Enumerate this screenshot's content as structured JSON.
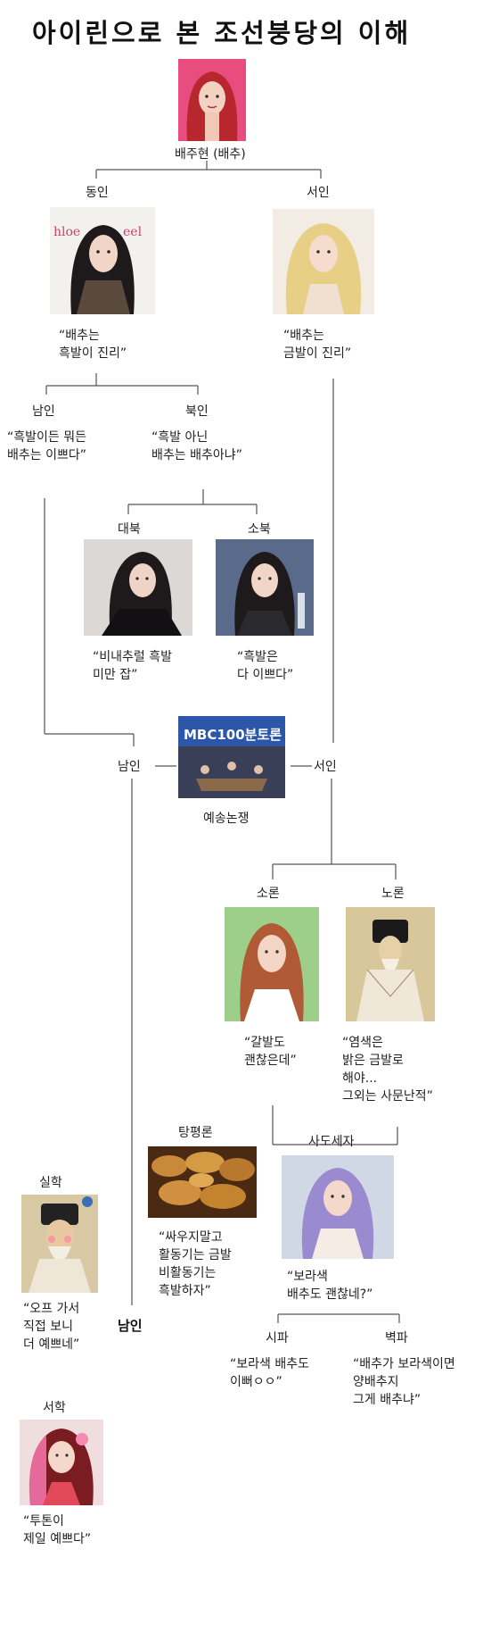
{
  "title": "아이린으로 본 조선붕당의 이해",
  "root": {
    "label": "배주현 (배추)"
  },
  "dongin": {
    "label": "동인",
    "quote": "“배추는\n흑발이 진리”"
  },
  "seoin": {
    "label": "서인",
    "quote": "“배추는\n금발이 진리”"
  },
  "namin": {
    "label": "남인",
    "quote": "“흑발이든 뭐든\n배추는 이쁘다”"
  },
  "bukin": {
    "label": "북인",
    "quote": "“흑발 아닌\n배추는 배추아냐”"
  },
  "daebuk": {
    "label": "대북",
    "quote": "“비내추럴 흑발\n미만 잡”"
  },
  "sobuk": {
    "label": "소북",
    "quote": "“흑발은\n다 이쁘다”"
  },
  "debate": {
    "left_label": "남인",
    "right_label": "서인",
    "caption": "예송논쟁",
    "tv_logo": "MBC100분토론"
  },
  "soron": {
    "label": "소론",
    "quote": "“갈발도\n괜찮은데”"
  },
  "noron": {
    "label": "노론",
    "quote": "“염색은\n밝은 금발로\n해야...\n그외는 사문난적”"
  },
  "tangpyeong": {
    "label": "탕평론",
    "quote": "“싸우지말고\n활동기는 금발\n비활동기는\n흑발하자”"
  },
  "sado": {
    "label": "사도세자",
    "quote": "“보라색\n배추도 괜찮네?”"
  },
  "sipa": {
    "label": "시파",
    "quote": "“보라색 배추도\n이뻐ㅇㅇ”"
  },
  "byeokpa": {
    "label": "벽파",
    "quote": "“배추가 보라색이면\n양배추지\n그게 배추냐”"
  },
  "silhak": {
    "label": "실학",
    "quote": "“오프 가서\n직접 보니\n더 예쁘네”"
  },
  "namin_late": {
    "label": "남인"
  },
  "seohak": {
    "label": "서학",
    "quote": "“투톤이\n제일 예쁘다”"
  },
  "colors": {
    "line": "#555555",
    "blonde": "#e8cf86",
    "black_hair": "#1e1a1c",
    "purple_hair": "#9a8ad0",
    "red_hair": "#b8262e"
  }
}
